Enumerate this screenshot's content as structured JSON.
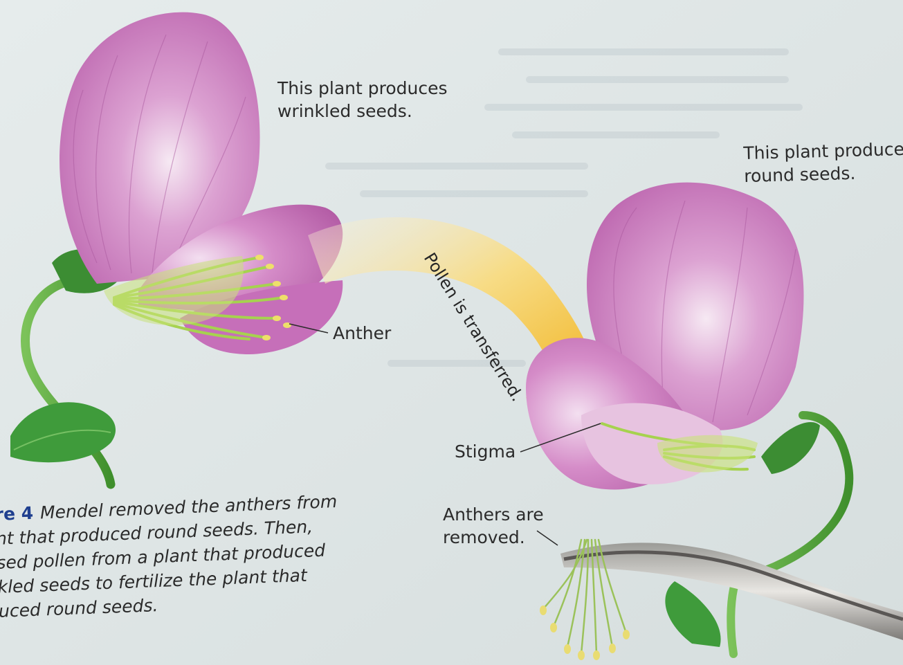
{
  "labels": {
    "wrinkled": [
      "This plant produces",
      "wrinkled seeds."
    ],
    "round": [
      "This plant produces",
      "round seeds."
    ],
    "anther": "Anther",
    "arrow": "Pollen is transferred.",
    "stigma": "Stigma",
    "removed": [
      "Anthers are",
      "removed."
    ]
  },
  "caption": {
    "figure": "re 4",
    "lines": [
      "Mendel removed the anthers from",
      "nt that produced round seeds. Then,",
      "sed pollen from a plant that produced",
      "kled seeds to fertilize the plant that",
      "uced round seeds."
    ]
  },
  "colors": {
    "petal": "#c772b9",
    "petal_light": "#efd8ea",
    "stem": "#5aa83a",
    "leaf": "#3e9a3a",
    "arrow_start": "#f6ecc8",
    "arrow_end": "#f2b51c",
    "caption_number": "#1f3f8f"
  }
}
